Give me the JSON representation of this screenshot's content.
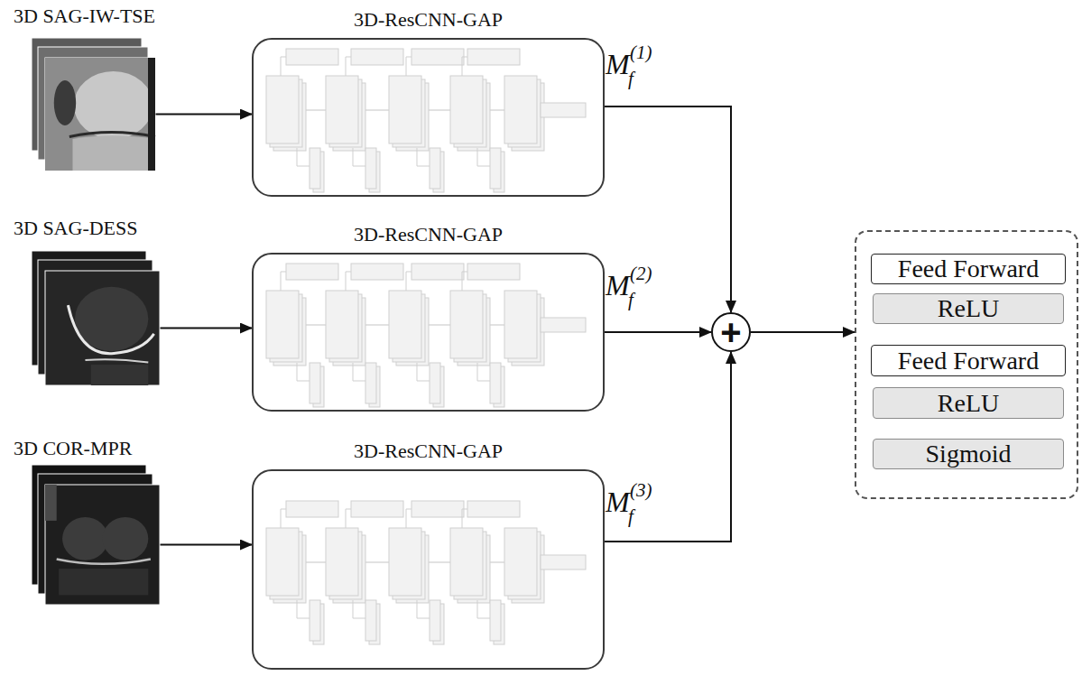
{
  "diagram": {
    "nodes": [
      {
        "text": [
          "3D SAG-IW-TSE"
        ]
      },
      {
        "text": [
          "3D-ResCNN-GAP"
        ]
      },
      {
        "text": [
          "3D SAG-DESS"
        ]
      },
      {
        "text": [
          "3D-ResCNN-GAP"
        ]
      },
      {
        "text": [
          "3D COR-MPR"
        ]
      },
      {
        "text": [
          "3D-ResCNN-GAP"
        ]
      },
      {
        "text": [
          "+"
        ]
      },
      {
        "text": []
      },
      {
        "text": [
          "Feed Forward"
        ],
        "in": 7
      },
      {
        "text": [
          "ReLU"
        ],
        "in": 7
      },
      {
        "text": [
          "Feed Forward"
        ],
        "in": 7
      },
      {
        "text": [
          "ReLU"
        ],
        "in": 7
      },
      {
        "text": [
          "Sigmoid"
        ],
        "in": 7
      }
    ],
    "edges": [
      {
        "from": 0,
        "to": 1,
        "arrow": "to"
      },
      {
        "from": 1,
        "to": 6,
        "arrow": "to"
      },
      {
        "from": 2,
        "to": 3,
        "arrow": "to"
      },
      {
        "from": 3,
        "to": 6,
        "arrow": "to"
      },
      {
        "from": 4,
        "to": 5,
        "arrow": "to"
      },
      {
        "from": 5,
        "to": 6,
        "arrow": "to"
      },
      {
        "from": 6,
        "to": 7,
        "arrow": "to"
      }
    ],
    "labels": [
      "M",
      "f",
      "(1)",
      "M",
      "f",
      "(2)",
      "M",
      "f",
      "(3)"
    ]
  }
}
